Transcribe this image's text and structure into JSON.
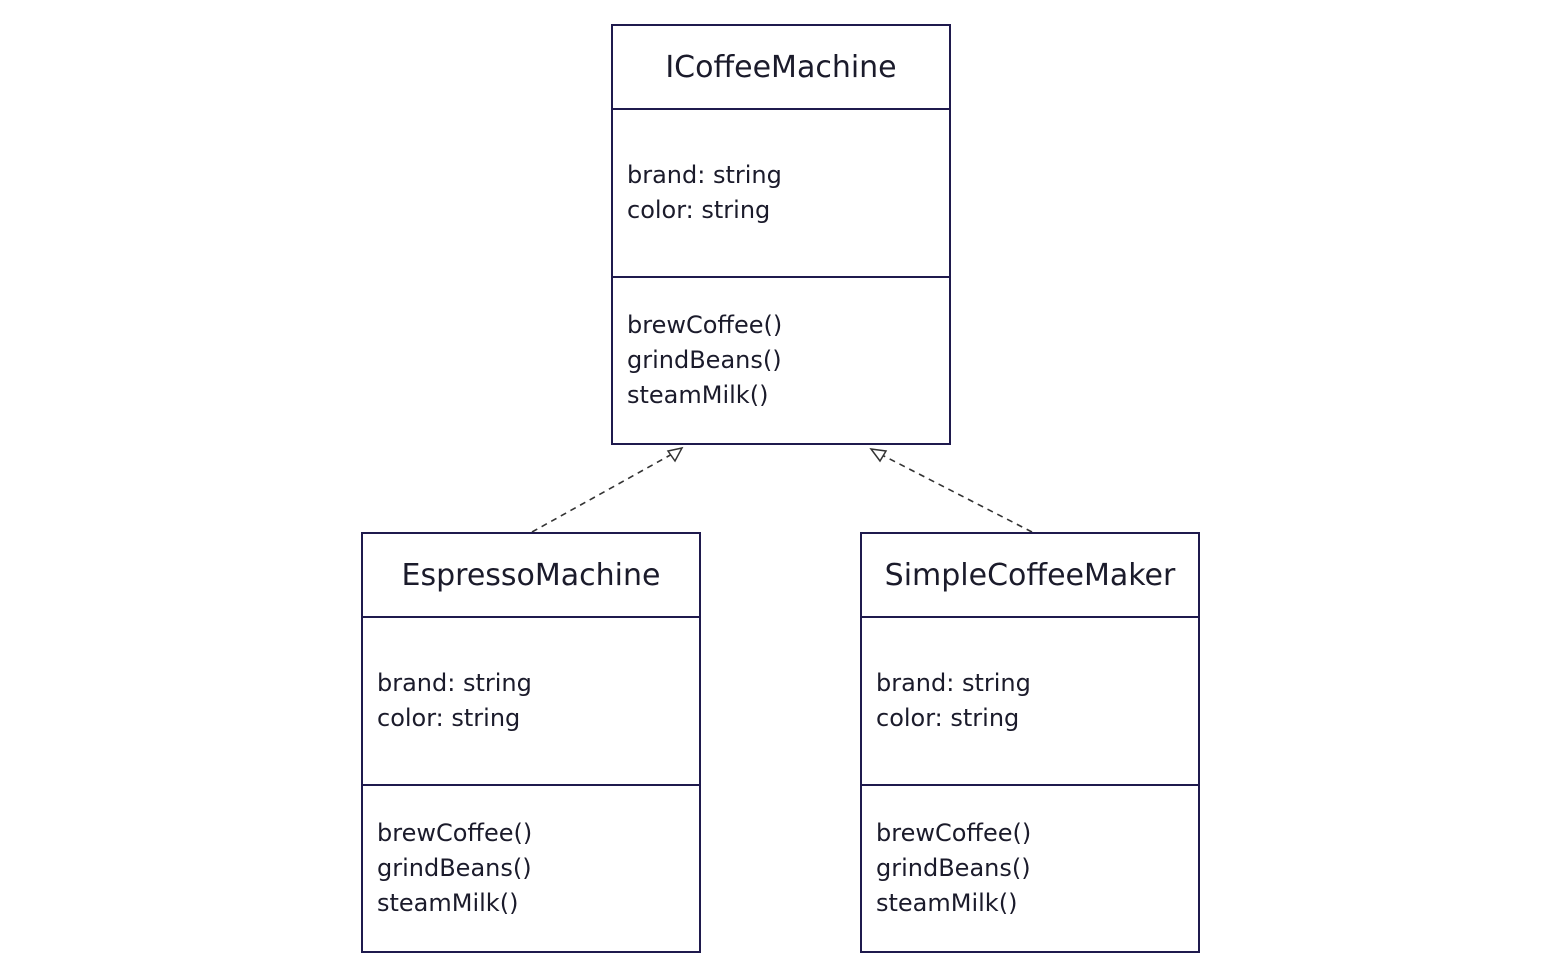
{
  "classes": {
    "interface": {
      "name": "ICoffeeMachine",
      "attributes": [
        "brand: string",
        "color: string"
      ],
      "methods": [
        "brewCoffee()",
        "grindBeans()",
        "steamMilk()"
      ]
    },
    "espresso": {
      "name": "EspressoMachine",
      "attributes": [
        "brand: string",
        "color: string"
      ],
      "methods": [
        "brewCoffee()",
        "grindBeans()",
        "steamMilk()"
      ]
    },
    "simple": {
      "name": "SimpleCoffeeMaker",
      "attributes": [
        "brand: string",
        "color: string"
      ],
      "methods": [
        "brewCoffee()",
        "grindBeans()",
        "steamMilk()"
      ]
    }
  },
  "relations": [
    {
      "from": "EspressoMachine",
      "to": "ICoffeeMachine",
      "type": "realization"
    },
    {
      "from": "SimpleCoffeeMaker",
      "to": "ICoffeeMachine",
      "type": "realization"
    }
  ],
  "colors": {
    "border": "#1f1a4d",
    "text": "#1b1b2b",
    "connector": "#333333"
  }
}
